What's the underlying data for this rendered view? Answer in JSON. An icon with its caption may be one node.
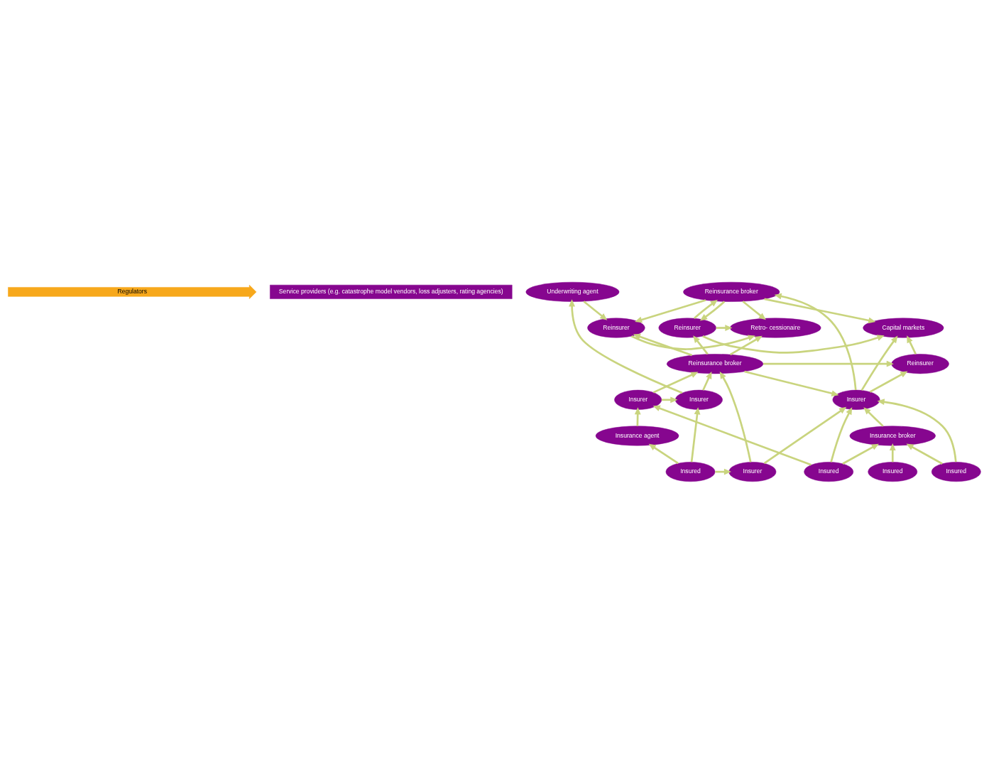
{
  "diagram": {
    "nodes": [
      {
        "text": [
          "Reinsurer"
        ]
      },
      {
        "text": [
          "Retro- cessionaire"
        ]
      },
      {
        "text": [
          "Reinsurer"
        ]
      },
      {
        "text": [
          "Capital markets"
        ]
      },
      {
        "text": [
          "Underwriting agent"
        ]
      },
      {
        "text": [
          "Reinsurance broker"
        ]
      },
      {
        "text": [
          "Reinsurance broker"
        ]
      },
      {
        "text": [
          "Reinsurer"
        ]
      },
      {
        "text": [
          "Insurer"
        ]
      },
      {
        "text": [
          "Insurer"
        ]
      },
      {
        "text": [
          "Insurer"
        ]
      },
      {
        "text": [
          "Insurance agent"
        ]
      },
      {
        "text": [
          "Insurance broker"
        ]
      },
      {
        "text": [
          "Insured"
        ]
      },
      {
        "text": [
          "Insurer"
        ]
      },
      {
        "text": [
          "Insured"
        ]
      },
      {
        "text": [
          "Insured"
        ]
      },
      {
        "text": [
          "Insured"
        ]
      }
    ],
    "edges": [
      {
        "from": 0,
        "to": 1,
        "arrow": "to"
      },
      {
        "from": 2,
        "to": 1,
        "arrow": "to"
      },
      {
        "from": 2,
        "to": 3,
        "arrow": "to"
      },
      {
        "from": 4,
        "to": 0,
        "arrow": "to"
      },
      {
        "from": 6,
        "to": 0,
        "arrow": "to"
      },
      {
        "from": 5,
        "to": 0,
        "arrow": "to"
      },
      {
        "from": 6,
        "to": 1,
        "arrow": "to"
      },
      {
        "from": 5,
        "to": 1,
        "arrow": "to"
      },
      {
        "from": 6,
        "to": 2,
        "arrow": "to"
      },
      {
        "from": 5,
        "to": 2,
        "arrow": "to"
      },
      {
        "from": 2,
        "to": 5,
        "arrow": "to"
      },
      {
        "from": 5,
        "to": 3,
        "arrow": "to"
      },
      {
        "from": 10,
        "to": 3,
        "arrow": "to"
      },
      {
        "from": 7,
        "to": 3,
        "arrow": "to"
      },
      {
        "from": 6,
        "to": 7,
        "arrow": "to"
      },
      {
        "from": 10,
        "to": 5,
        "arrow": "to"
      },
      {
        "from": 10,
        "to": 7,
        "arrow": "to"
      },
      {
        "from": 6,
        "to": 10,
        "arrow": "to"
      },
      {
        "from": 8,
        "to": 6,
        "arrow": "to"
      },
      {
        "from": 8,
        "to": 4,
        "arrow": "to"
      },
      {
        "from": 9,
        "to": 8,
        "arrow": "to"
      },
      {
        "from": 9,
        "to": 6,
        "arrow": "to"
      },
      {
        "from": 11,
        "to": 9,
        "arrow": "to"
      },
      {
        "from": 14,
        "to": 6,
        "arrow": "to"
      },
      {
        "from": 13,
        "to": 8,
        "arrow": "to"
      },
      {
        "from": 13,
        "to": 11,
        "arrow": "to"
      },
      {
        "from": 13,
        "to": 14,
        "arrow": "to"
      },
      {
        "from": 15,
        "to": 9,
        "arrow": "to"
      },
      {
        "from": 14,
        "to": 10,
        "arrow": "to"
      },
      {
        "from": 15,
        "to": 10,
        "arrow": "to"
      },
      {
        "from": 16,
        "to": 10,
        "arrow": "to"
      },
      {
        "from": 15,
        "to": 12,
        "arrow": "to"
      },
      {
        "from": 16,
        "to": 12,
        "arrow": "to"
      },
      {
        "from": 17,
        "to": 12,
        "arrow": "to"
      },
      {
        "from": 12,
        "to": 10,
        "arrow": "to"
      }
    ],
    "labels": [
      "Regulators",
      "Service providers (e.g. catastrophe model vendors, loss adjusters, rating agencies)"
    ]
  }
}
